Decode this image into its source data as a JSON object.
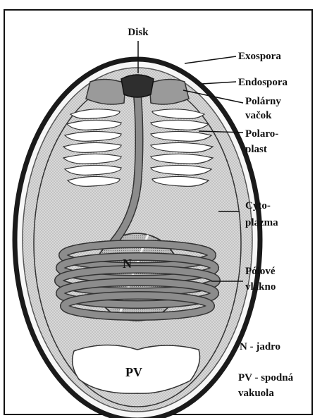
{
  "diagram": {
    "labels": {
      "disk": "Disk",
      "exospora": "Exospora",
      "endospora": "Endospora",
      "polarny_l1": "Polárny",
      "polarny_l2": "vačok",
      "polaroplast_l1": "Polaro-",
      "polaroplast_l2": "plast",
      "cyto_l1": "Cyto-",
      "cyto_l2": "plazma",
      "polove_l1": "Pólové",
      "polove_l2": "vlákno",
      "n_legend": "N - jadro",
      "pv_legend_l1": "PV - spodná",
      "pv_legend_l2": "vakuola",
      "n_inside": "N",
      "pv_inside": "PV"
    },
    "colors": {
      "outline": "#1a1a1a",
      "endospora": "#e6e6e6",
      "cytoplasm": "#d4d4d4",
      "nucleus": "#b9b9b9",
      "polar_tube": "#7d7d7d",
      "disk": "#333333",
      "vacuole": "#ffffff"
    }
  }
}
